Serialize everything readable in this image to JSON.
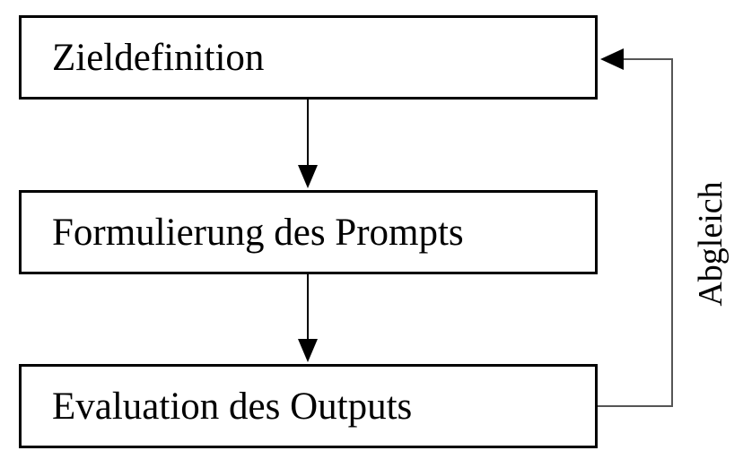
{
  "steps": [
    {
      "label": "Zieldefinition"
    },
    {
      "label": "Formulierung des Prompts"
    },
    {
      "label": "Evaluation des Outputs"
    }
  ],
  "feedback": {
    "label": "Abgleich"
  },
  "colors": {
    "stroke": "#000000",
    "feedback_line": "#555555",
    "background": "#ffffff"
  }
}
